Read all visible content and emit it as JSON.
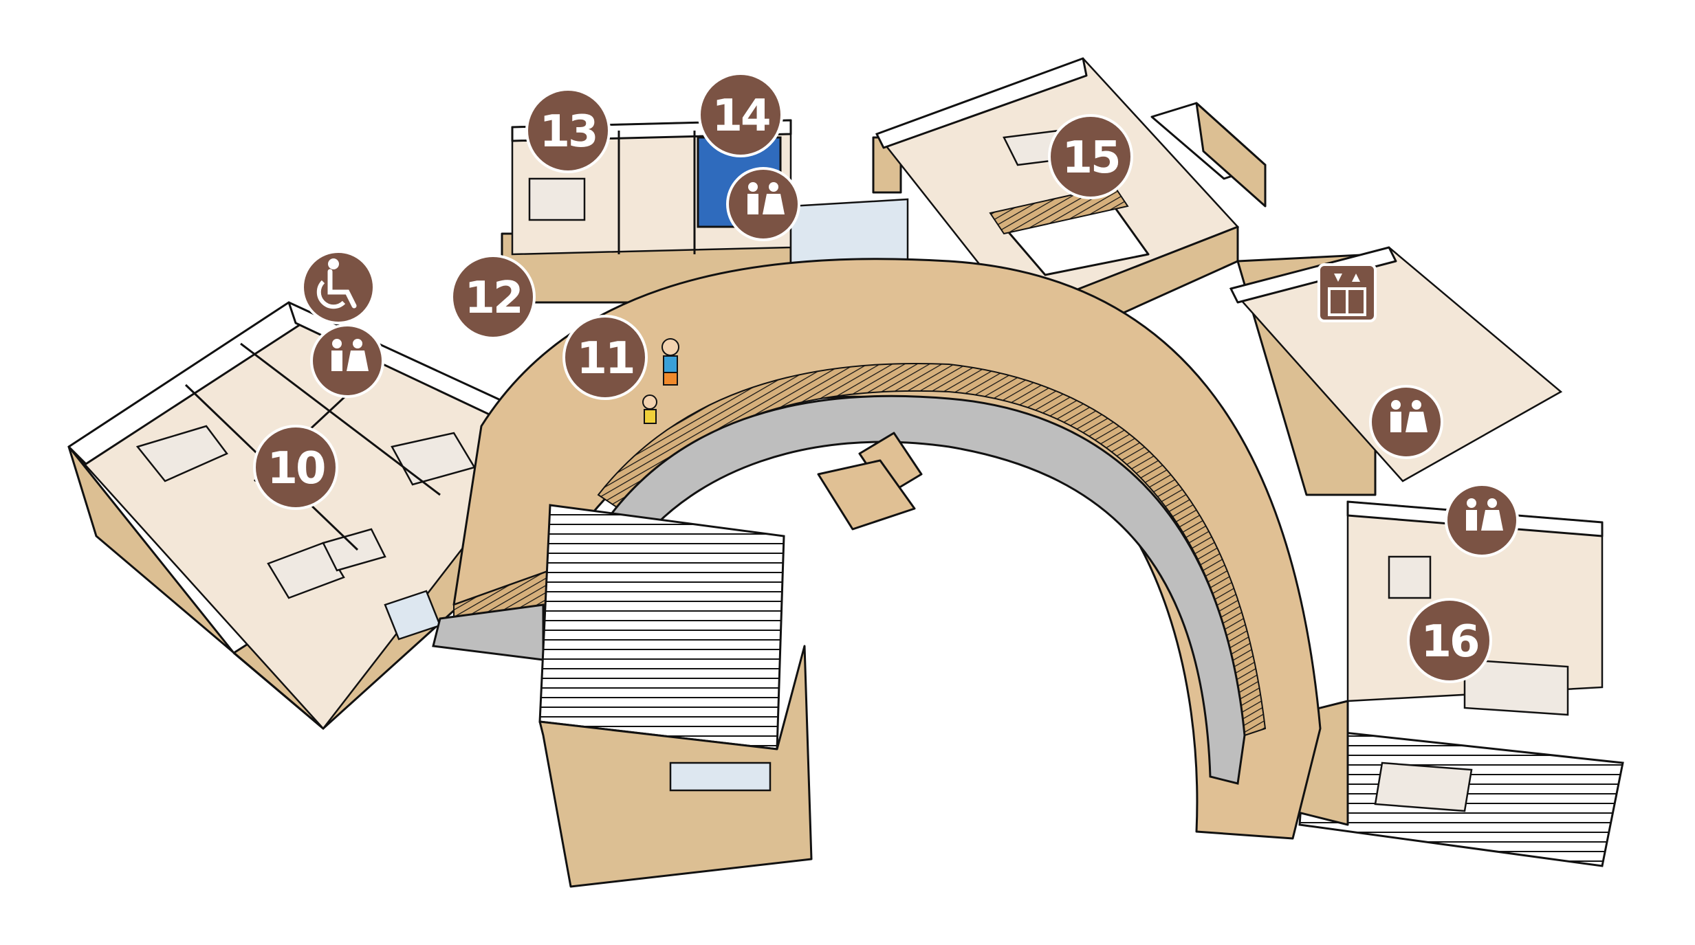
{
  "markers": [
    {
      "id": "10",
      "label": "10"
    },
    {
      "id": "11",
      "label": "11"
    },
    {
      "id": "12",
      "label": "12"
    },
    {
      "id": "13",
      "label": "13"
    },
    {
      "id": "14",
      "label": "14"
    },
    {
      "id": "15",
      "label": "15"
    },
    {
      "id": "16",
      "label": "16"
    }
  ],
  "icons": [
    {
      "name": "accessible-restroom-icon"
    },
    {
      "name": "restroom-icon"
    },
    {
      "name": "elevator-icon"
    }
  ],
  "colors": {
    "marker": "#7b5344",
    "floor": "#e0c094",
    "ramp": "#bebebe",
    "glass": "#dde7f0",
    "music_room_blue": "#2f6bbd"
  }
}
